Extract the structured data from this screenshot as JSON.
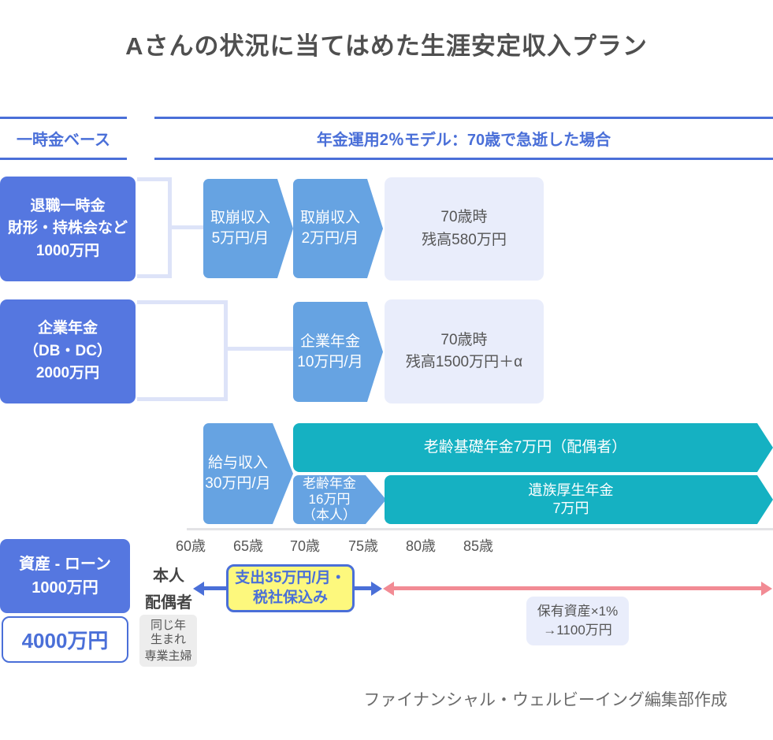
{
  "title": "Aさんの状況に当てはめた生涯安定収入プラン",
  "section_headers": {
    "lump_sum": "一時金ベース",
    "pension_model": "年金運用2％モデル：70歳で急逝した場合"
  },
  "retirement_row": {
    "source_box": [
      "退職一時金",
      "財形・持株会など",
      "1000万円"
    ],
    "drawdown_arrow_1": [
      "取崩収入",
      "5万円/月"
    ],
    "drawdown_arrow_2": [
      "取崩収入",
      "2万円/月"
    ],
    "balance_box": [
      "70歳時",
      "残高580万円"
    ]
  },
  "corporate_row": {
    "source_box": [
      "企業年金",
      "（DB・DC）",
      "2000万円"
    ],
    "pension_arrow": [
      "企業年金",
      "10万円/月"
    ],
    "balance_box": [
      "70歳時",
      "残高1500万円＋α"
    ]
  },
  "income_row": {
    "salary_arrow": [
      "給与収入",
      "30万円/月"
    ],
    "spouse_basic_pension_arrow": "老齢基礎年金7万円（配偶者）",
    "own_pension_arrow": [
      "老齢年金",
      "16万円",
      "（本人）"
    ],
    "survivor_pension_arrow": [
      "遺族厚生年金",
      "7万円"
    ]
  },
  "age_axis": [
    "60歳",
    "65歳",
    "70歳",
    "75歳",
    "80歳",
    "85歳"
  ],
  "assets": {
    "net_assets_box": [
      "資産 - ローン",
      "1000万円"
    ],
    "total_box": "4000万円"
  },
  "household": {
    "person": "本人",
    "spouse": "配偶者",
    "spouse_note": [
      "同じ年",
      "生まれ",
      "専業主婦"
    ]
  },
  "spending": {
    "label": [
      "支出35万円/月・",
      "税社保込み"
    ]
  },
  "holdings_note": [
    "保有資産×1%",
    "→1100万円"
  ],
  "credit": "ファイナンシャル・ウェルビーイング編集部作成",
  "colors": {
    "primary_blue": "#5577e0",
    "sky_blue": "#66a3e2",
    "teal": "#15b1c2",
    "lavender": "#e9edfb",
    "connector": "#dde3f8",
    "header_blue": "#4a6fd8",
    "yellow": "#fdf87d",
    "pink": "#f28b94",
    "title_gray": "#4f4f4f",
    "text_gray": "#555555",
    "axis_line": "#e3e3e6",
    "note_bg": "#ededed",
    "credit_gray": "#6b6b6b"
  }
}
